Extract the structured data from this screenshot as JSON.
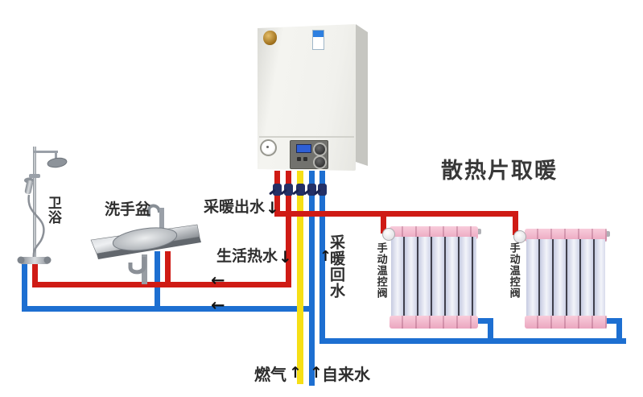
{
  "labels": {
    "bathroom": "卫浴",
    "washbasin": "洗手盆",
    "heating_outlet": "采暖出水",
    "domestic_hot_water": "生活热水",
    "heating_return": "采暖回水",
    "radiator_heating_title": "散热片取暖",
    "manual_thermostatic_valve": "手动温控阀",
    "gas": "燃气",
    "tap_water": "自来水"
  },
  "glyphs": {
    "down_arrow": "↓",
    "up_arrow": "↑",
    "left_arrow": "←"
  },
  "colors": {
    "hot_water_pipe": "#cf1b15",
    "cold_water_pipe": "#1d6fd1",
    "gas_pipe": "#f6df16",
    "radiator_pink": "#f0b7cb",
    "boiler_body": "#f1f1ed"
  }
}
